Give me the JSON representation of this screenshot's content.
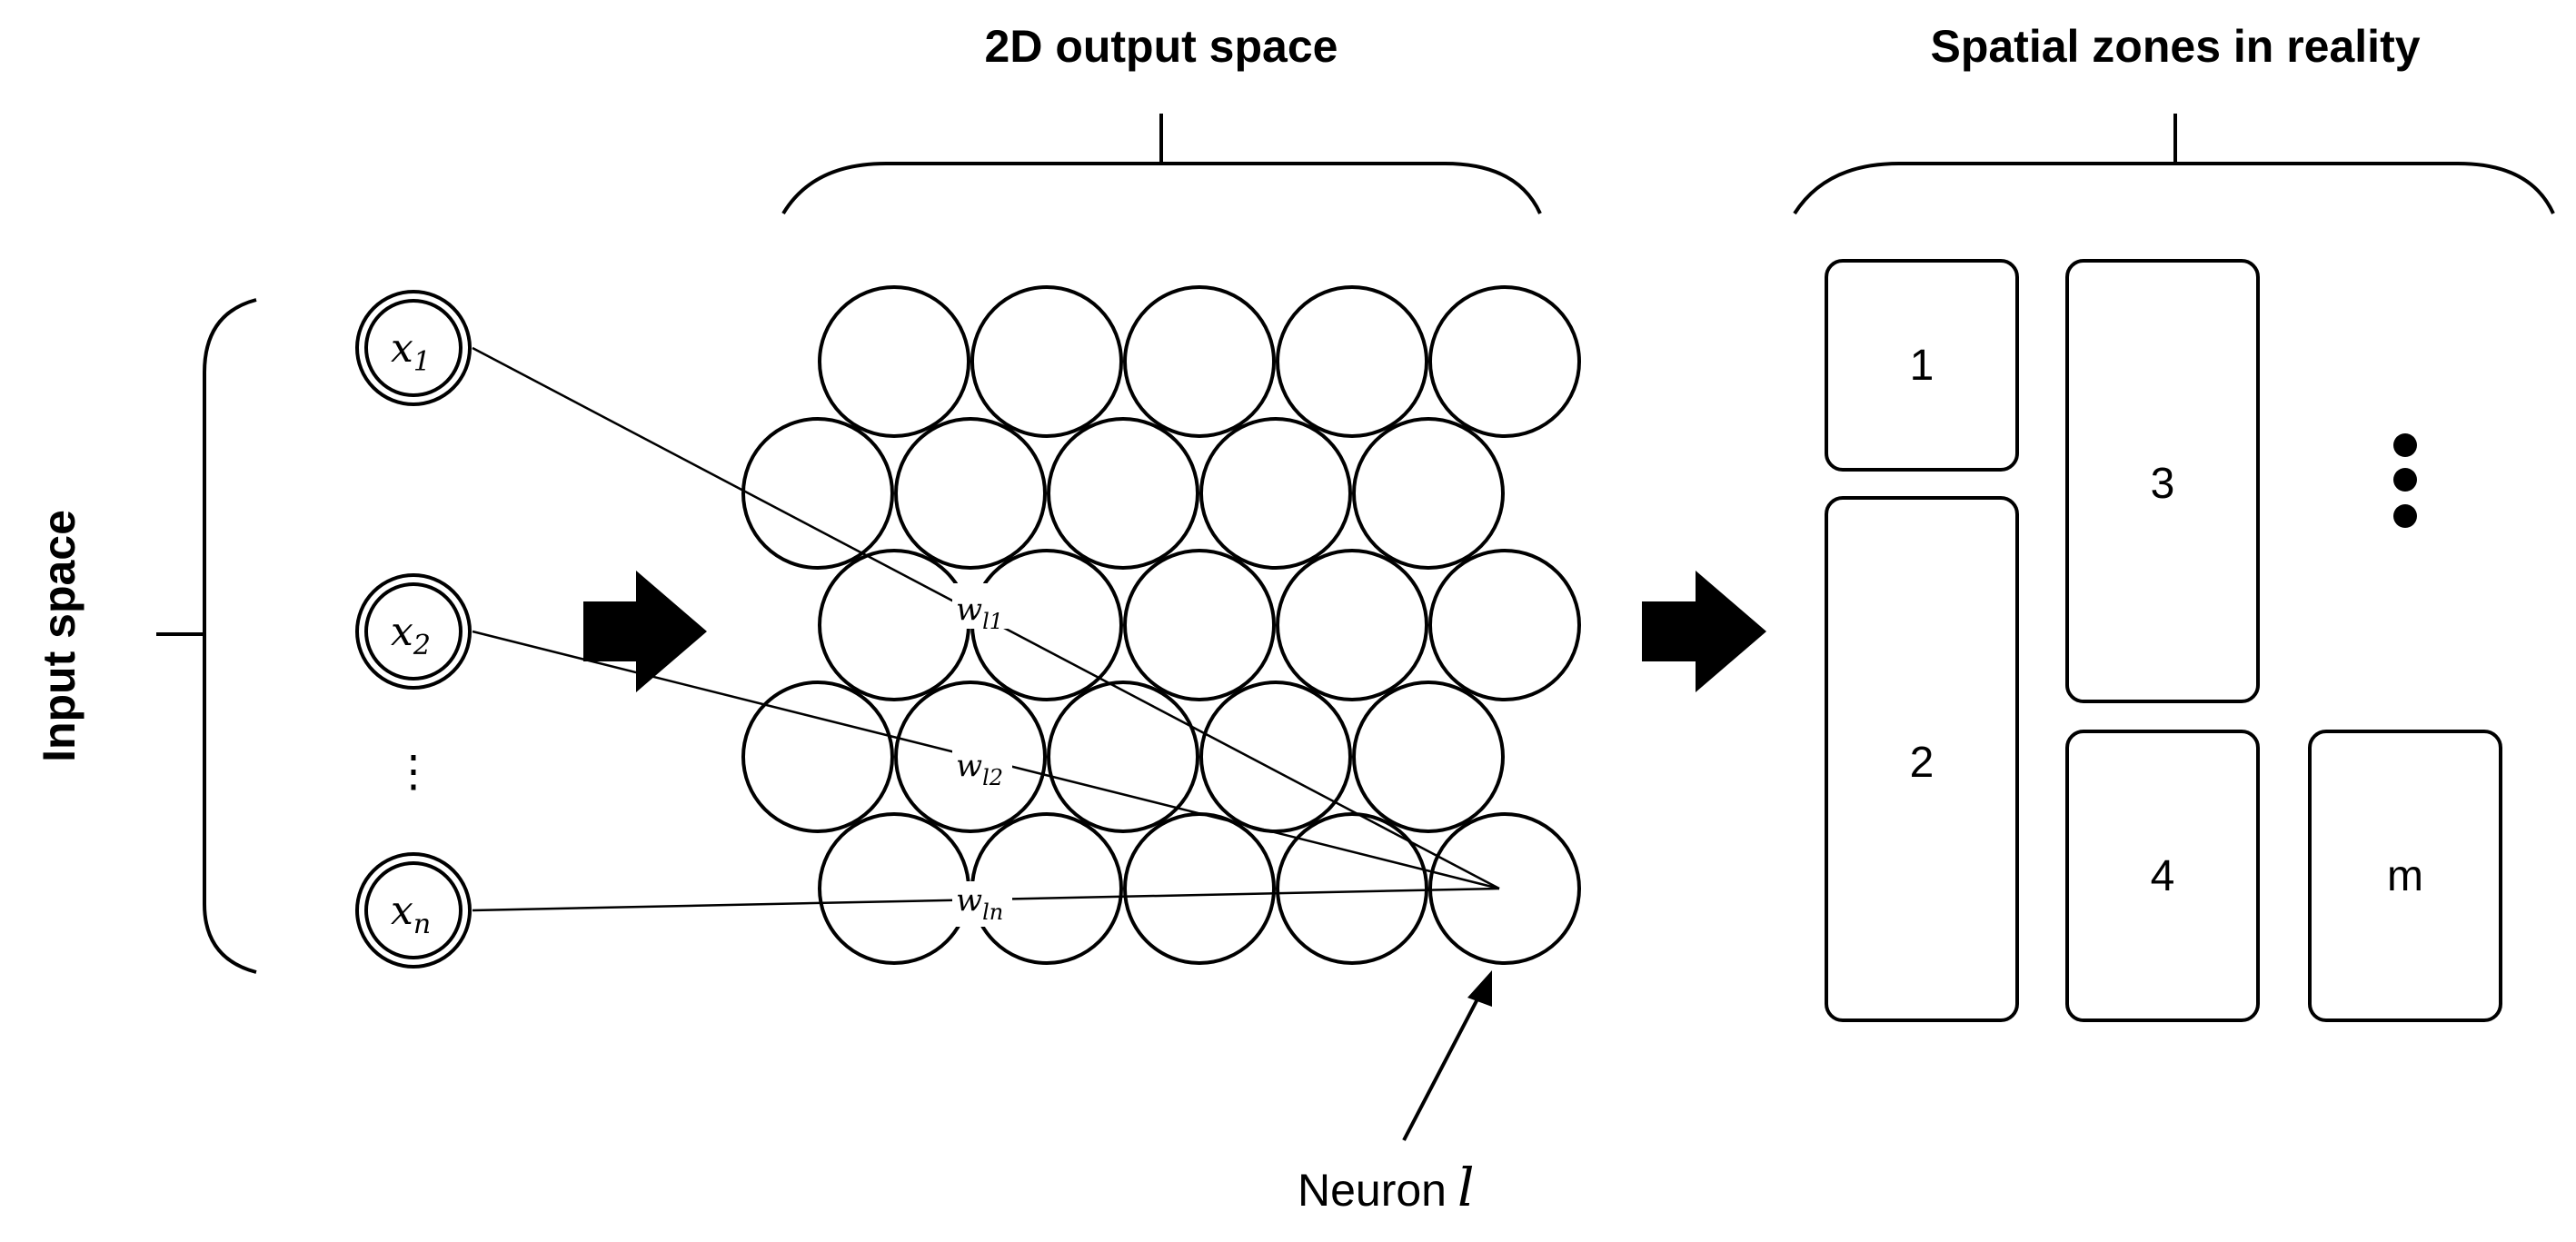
{
  "titles": {
    "input_space": "Input space",
    "output_space": "2D output space",
    "spatial_zones": "Spatial zones in reality"
  },
  "input_nodes": [
    {
      "base": "x",
      "sub": "1"
    },
    {
      "base": "x",
      "sub": "2"
    },
    {
      "base": "x",
      "sub": "n"
    }
  ],
  "input_ellipsis": "⋮",
  "weights": [
    {
      "base": "w",
      "sub": "l1"
    },
    {
      "base": "w",
      "sub": "l2"
    },
    {
      "base": "w",
      "sub": "ln"
    }
  ],
  "neuron": {
    "label": "Neuron",
    "symbol": "l"
  },
  "zones": [
    {
      "label": "1"
    },
    {
      "label": "2"
    },
    {
      "label": "3"
    },
    {
      "label": "4"
    },
    {
      "label": "m"
    }
  ],
  "zone_ellipsis": "⋮",
  "grid": {
    "rows": 5,
    "cols": 5
  }
}
